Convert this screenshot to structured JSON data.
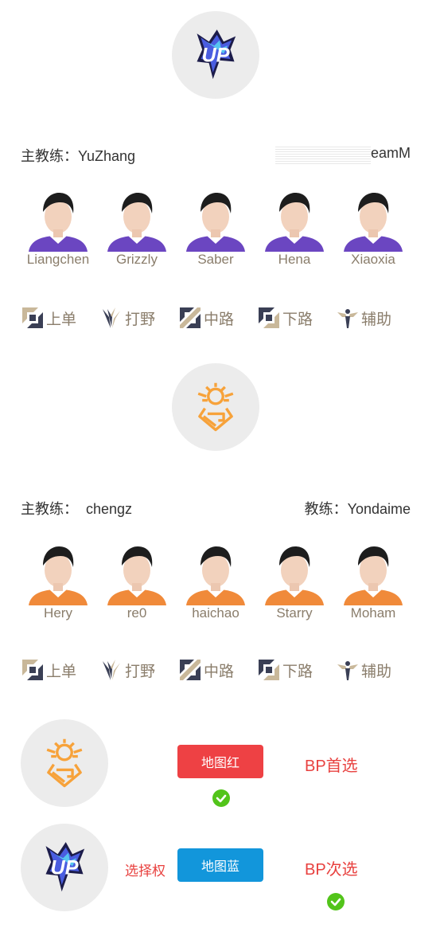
{
  "team1": {
    "logo_icon": "up-team-logo-icon",
    "head_coach_label": "主教练：",
    "head_coach_name": "YuZhang",
    "coach_partial_text": "eamM",
    "players": [
      {
        "name": "Liangchen",
        "jersey": "#6b46c1"
      },
      {
        "name": "Grizzly",
        "jersey": "#6b46c1"
      },
      {
        "name": "Saber",
        "jersey": "#6b46c1"
      },
      {
        "name": "Hena",
        "jersey": "#6b46c1"
      },
      {
        "name": "Xiaoxia",
        "jersey": "#6b46c1"
      }
    ],
    "roles": [
      {
        "label": "上单",
        "icon": "top-lane-icon"
      },
      {
        "label": "打野",
        "icon": "jungle-icon"
      },
      {
        "label": "中路",
        "icon": "mid-lane-icon"
      },
      {
        "label": "下路",
        "icon": "bot-lane-icon"
      },
      {
        "label": "辅助",
        "icon": "support-icon"
      }
    ]
  },
  "team2": {
    "logo_icon": "omg-team-logo-icon",
    "head_coach_label": "主教练：",
    "head_coach_name": "chengz",
    "coach_label": "教练：",
    "coach_name": "Yondaime",
    "players": [
      {
        "name": "Hery",
        "jersey": "#f08a3a"
      },
      {
        "name": "re0",
        "jersey": "#f08a3a"
      },
      {
        "name": "haichao",
        "jersey": "#f08a3a"
      },
      {
        "name": "Starry",
        "jersey": "#f08a3a"
      },
      {
        "name": "Moham",
        "jersey": "#f08a3a"
      }
    ],
    "roles": [
      {
        "label": "上单",
        "icon": "top-lane-icon"
      },
      {
        "label": "打野",
        "icon": "jungle-icon"
      },
      {
        "label": "中路",
        "icon": "mid-lane-icon"
      },
      {
        "label": "下路",
        "icon": "bot-lane-icon"
      },
      {
        "label": "辅助",
        "icon": "support-icon"
      }
    ]
  },
  "bp": {
    "row1": {
      "team_icon": "omg-team-logo-icon",
      "map_button_label": "地图红",
      "map_button_color": "#ee4144",
      "bp_label": "BP首选",
      "check_icon": "check-circle-icon"
    },
    "row2": {
      "team_icon": "up-team-logo-icon",
      "select_label": "选择权",
      "map_button_label": "地图蓝",
      "map_button_color": "#1296db",
      "bp_label": "BP次选",
      "check_icon": "check-circle-icon"
    }
  },
  "colors": {
    "name_text": "#8a7d6b",
    "accent_red": "#e8413f",
    "check_green": "#52c41a",
    "logo_bg": "#ececec",
    "omg_orange": "#f7a23a"
  }
}
